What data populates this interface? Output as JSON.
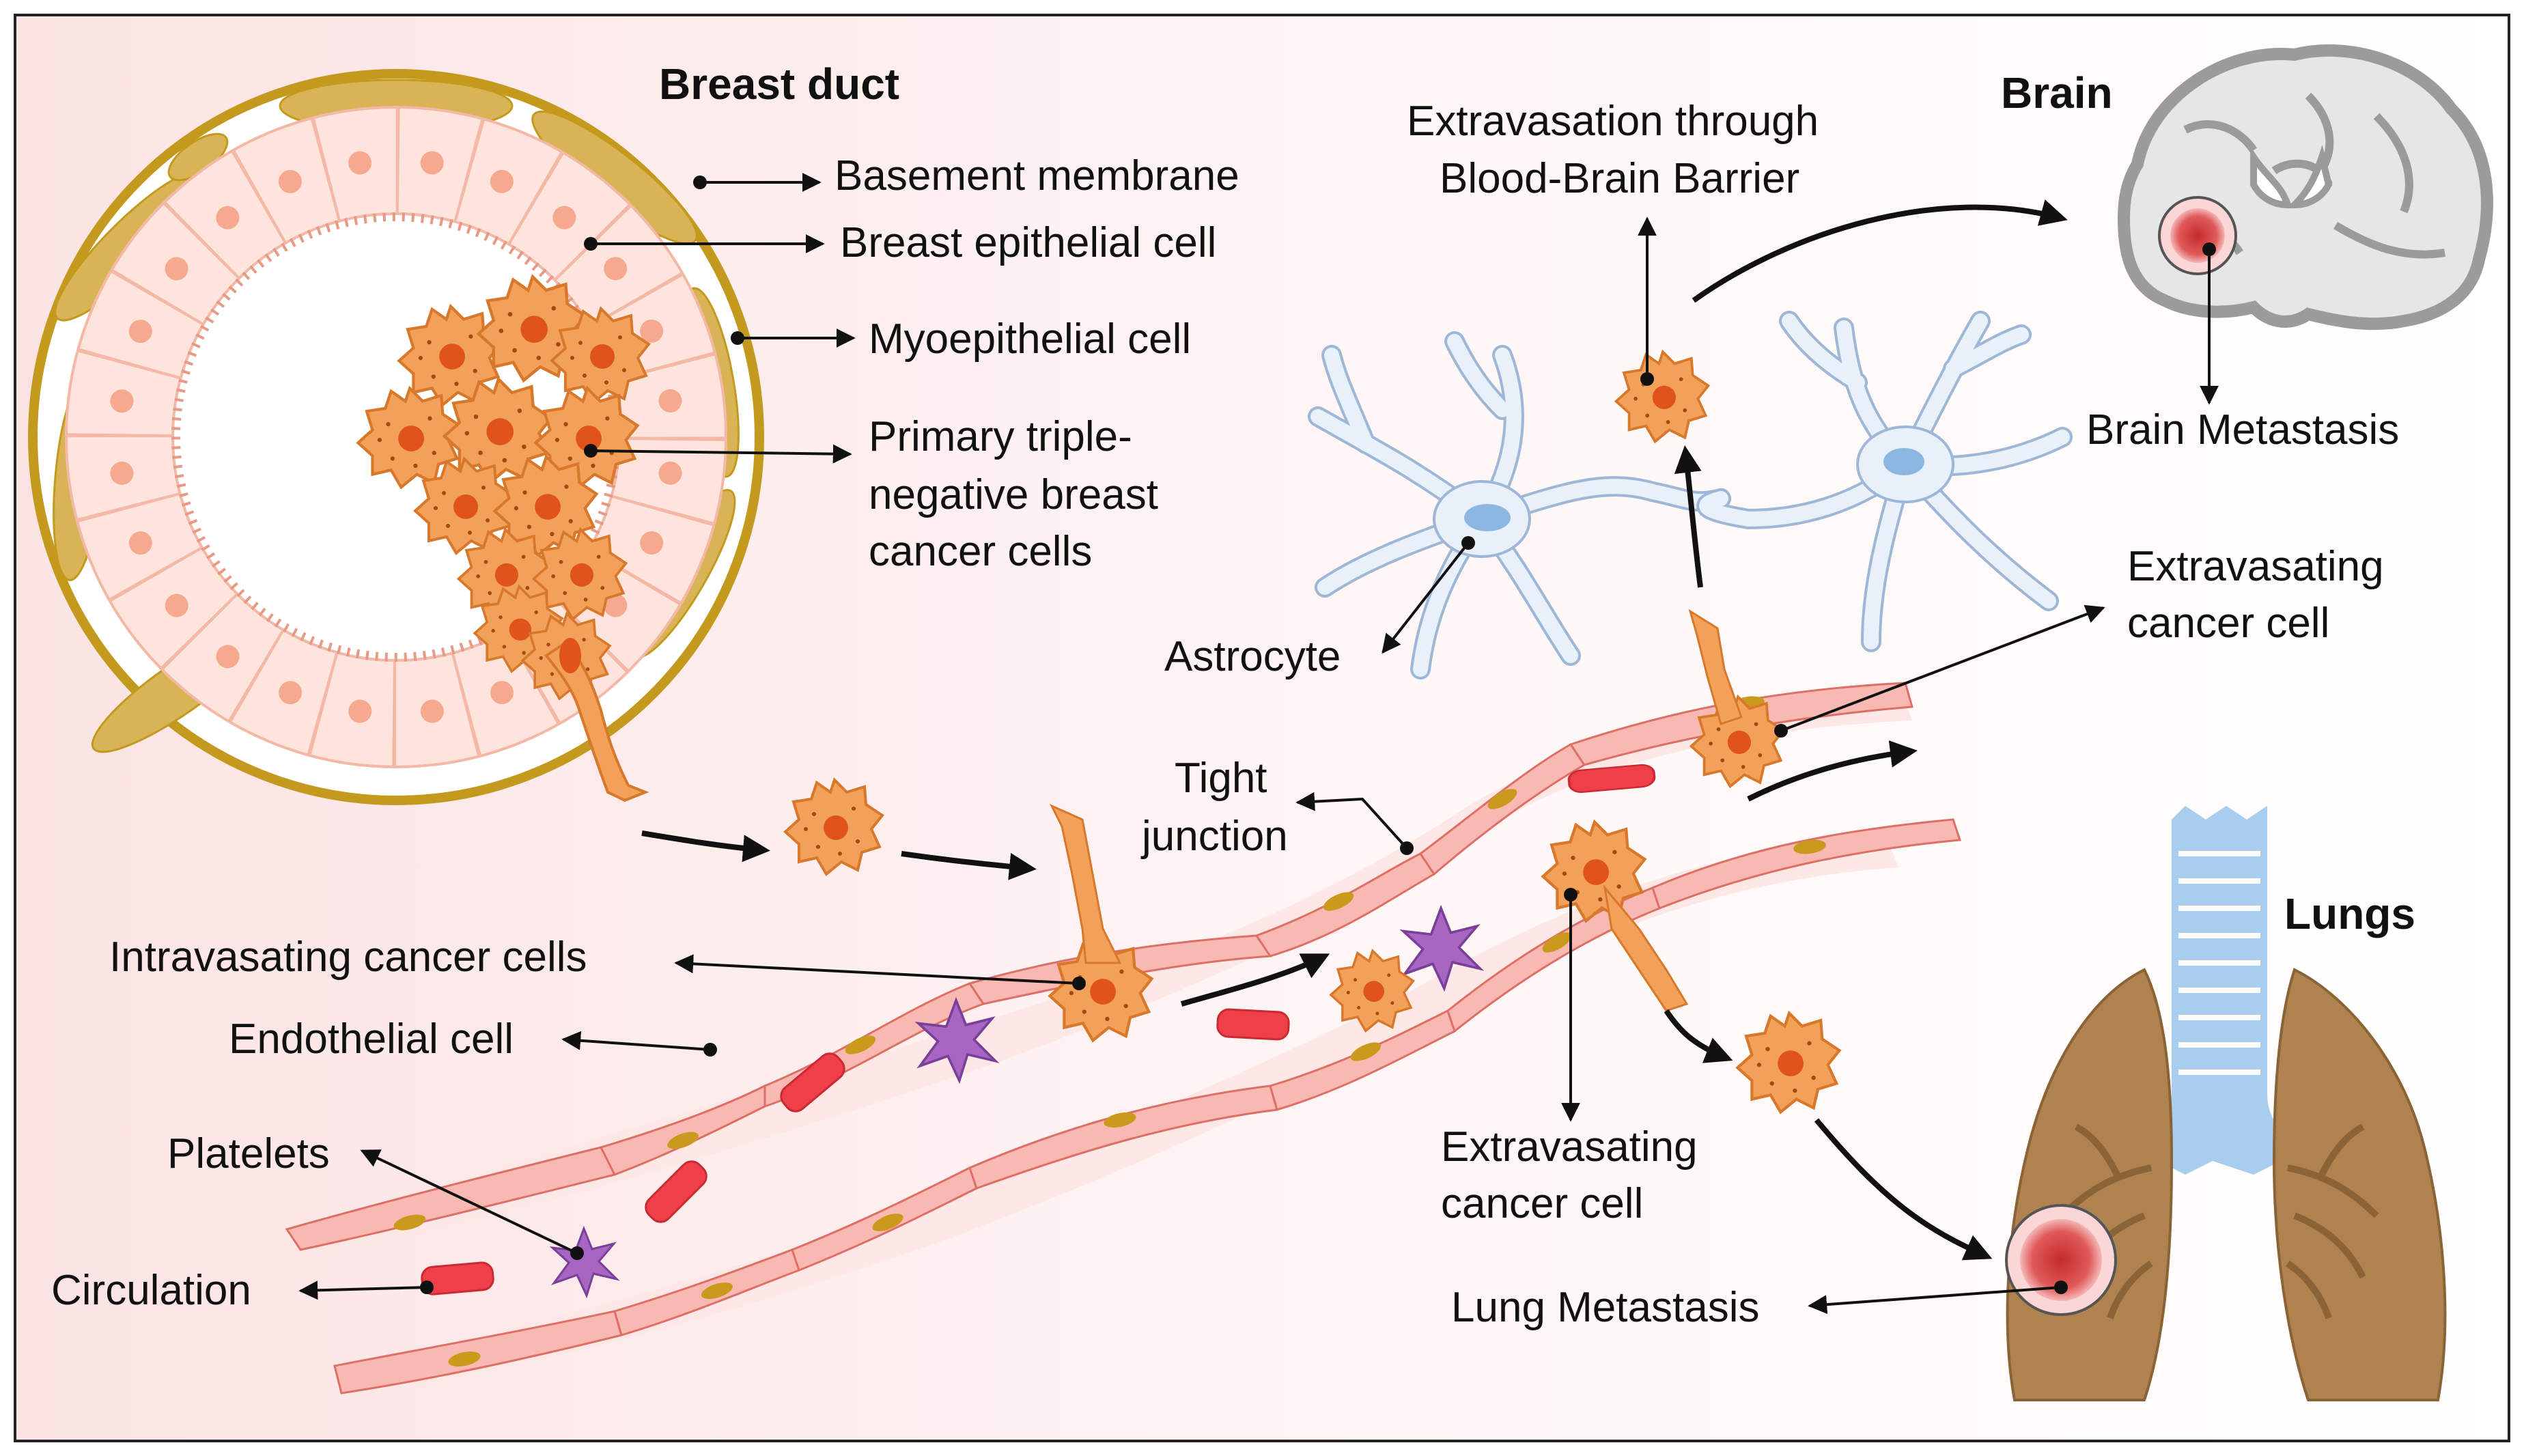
{
  "colors": {
    "background_left": "#fbe3e3",
    "background_right": "#ffffff",
    "duct_ring": "#c49a1e",
    "myoepithelial": "#d9b456",
    "epithelial_fill": "#fde4dc",
    "epithelial_nucleus": "#f7a98f",
    "cancer_cell": "#f2a15b",
    "cancer_cell_edge": "#d9772a",
    "cancer_nucleus": "#e0541a",
    "endothelial": "#f8b9b2",
    "endothelial_edge": "#de6f67",
    "endothelial_nucleus": "#c99a1c",
    "red_blood_cell": "#ef3f49",
    "platelet": "#a666c2",
    "astrocyte": "#e8f0fa",
    "astrocyte_edge": "#9fb7d6",
    "astrocyte_nucleus": "#8cb7e0",
    "brain": "#e6e6e6",
    "brain_edge": "#9b9b9b",
    "tumor": "#d23a3a",
    "lung": "#b08250",
    "lung_edge": "#8a6436",
    "trachea": "#a9cdee"
  },
  "sections": {
    "breast_duct": "Breast duct",
    "brain": "Brain",
    "lungs": "Lungs"
  },
  "labels": {
    "basement_membrane": "Basement membrane",
    "breast_epithelial_cell": "Breast epithelial cell",
    "myoepithelial_cell": "Myoepithelial cell",
    "primary_tnbc": [
      "Primary triple-",
      "negative breast",
      "cancer cells"
    ],
    "extravasation_bbb": [
      "Extravasation  through",
      "Blood-Brain Barrier"
    ],
    "brain_metastasis": "Brain Metastasis",
    "extravasating_cell_upper": [
      "Extravasating",
      "cancer cell"
    ],
    "astrocyte": "Astrocyte",
    "tight_junction": [
      "Tight",
      "junction"
    ],
    "intravasating": "Intravasating cancer cells",
    "endothelial_cell": "Endothelial cell",
    "platelets": "Platelets",
    "circulation": "Circulation",
    "extravasating_cell_lower": [
      "Extravasating",
      "cancer cell"
    ],
    "lung_metastasis": "Lung Metastasis"
  },
  "icons": [
    "tumor-icon",
    "cancer-cell-icon",
    "astrocyte-icon",
    "platelet-icon",
    "red-blood-cell-icon",
    "brain-icon",
    "lungs-icon"
  ]
}
